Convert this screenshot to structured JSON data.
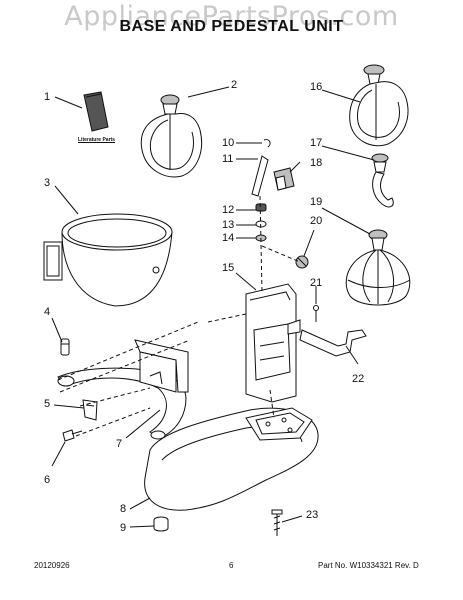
{
  "watermark": "AppliancePartsPros.com",
  "title": "BASE AND PEDESTAL UNIT",
  "literature_label": "Literature Parts",
  "callouts": {
    "c1": "1",
    "c2": "2",
    "c3": "3",
    "c4": "4",
    "c5": "5",
    "c6": "6",
    "c7": "7",
    "c8": "8",
    "c9": "9",
    "c10": "10",
    "c11": "11",
    "c12": "12",
    "c13": "13",
    "c14": "14",
    "c15": "15",
    "c16": "16",
    "c17": "17",
    "c18": "18",
    "c19": "19",
    "c20": "20",
    "c21": "21",
    "c22": "22",
    "c23": "23"
  },
  "footer": {
    "date": "20120926",
    "page": "6",
    "part_no": "Part No. W10334321 Rev. D"
  }
}
